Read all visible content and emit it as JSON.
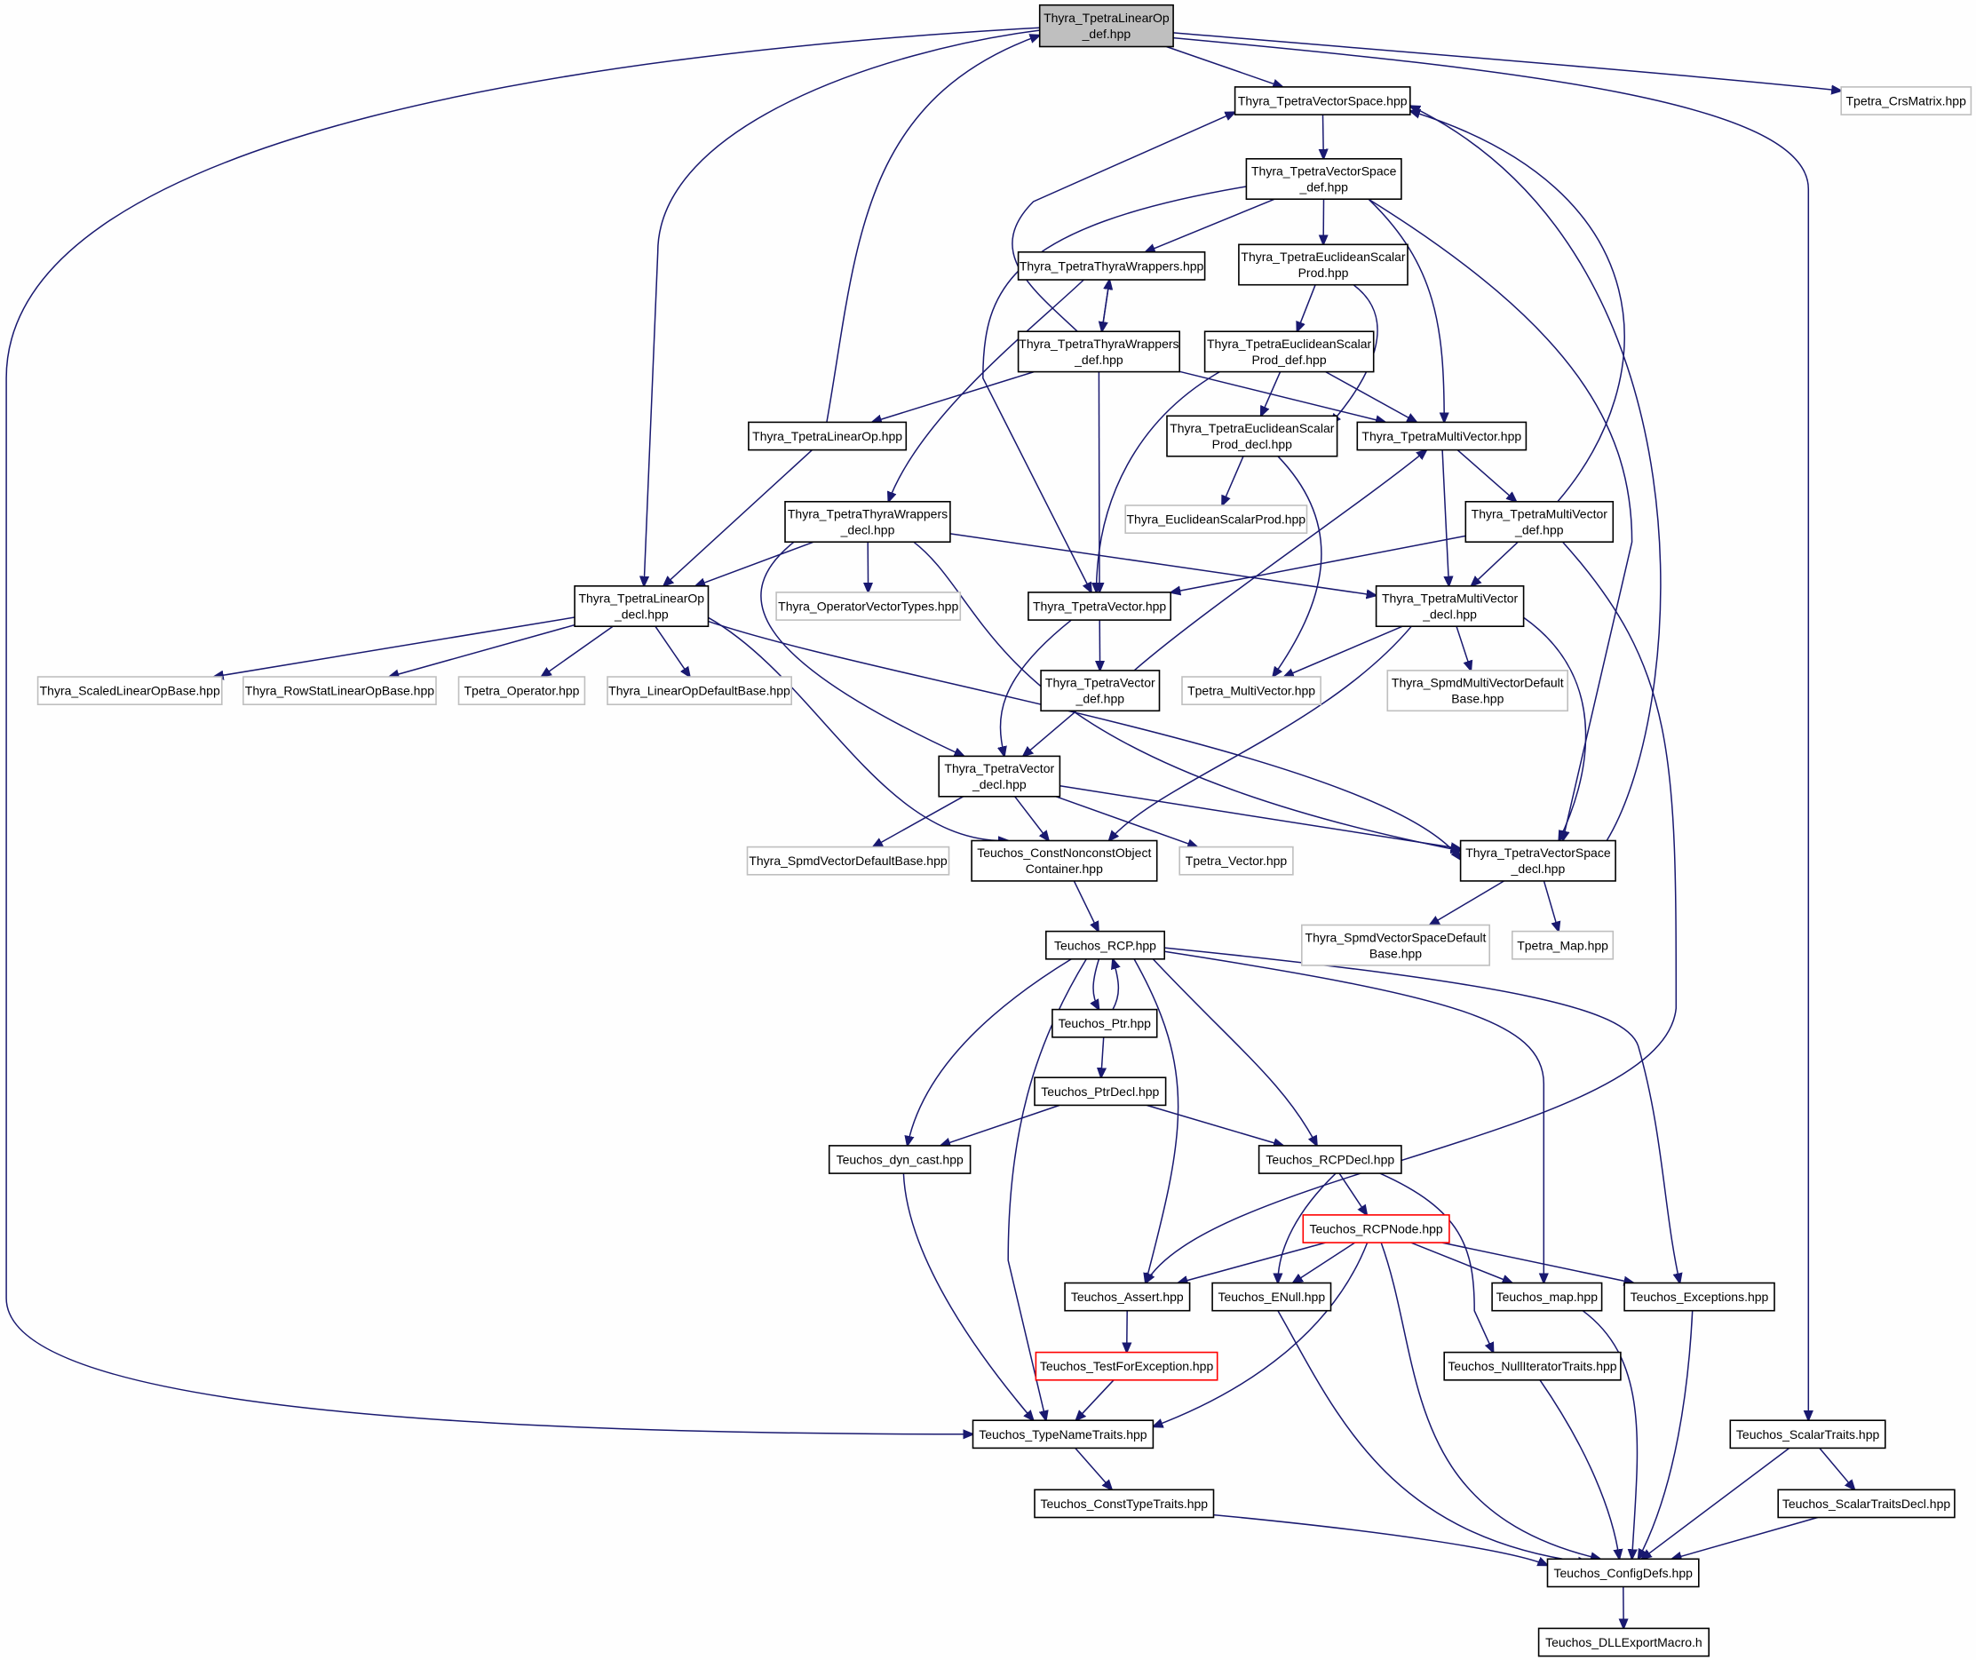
{
  "nodes": [
    {
      "id": "root",
      "lines": [
        "Thyra_TpetraLinearOp",
        "_def.hpp"
      ]
    },
    {
      "id": "tvs",
      "lines": [
        "Thyra_TpetraVectorSpace.hpp"
      ]
    },
    {
      "id": "crs",
      "lines": [
        "Tpetra_CrsMatrix.hpp"
      ]
    },
    {
      "id": "tvsdef",
      "lines": [
        "Thyra_TpetraVectorSpace",
        "_def.hpp"
      ]
    },
    {
      "id": "ttw",
      "lines": [
        "Thyra_TpetraThyraWrappers.hpp"
      ]
    },
    {
      "id": "tesp",
      "lines": [
        "Thyra_TpetraEuclideanScalar",
        "Prod.hpp"
      ]
    },
    {
      "id": "ttwdef",
      "lines": [
        "Thyra_TpetraThyraWrappers",
        "_def.hpp"
      ]
    },
    {
      "id": "tespdef",
      "lines": [
        "Thyra_TpetraEuclideanScalar",
        "Prod_def.hpp"
      ]
    },
    {
      "id": "tlo",
      "lines": [
        "Thyra_TpetraLinearOp.hpp"
      ]
    },
    {
      "id": "tespdecl",
      "lines": [
        "Thyra_TpetraEuclideanScalar",
        "Prod_decl.hpp"
      ]
    },
    {
      "id": "tmv",
      "lines": [
        "Thyra_TpetraMultiVector.hpp"
      ]
    },
    {
      "id": "esp",
      "lines": [
        "Thyra_EuclideanScalarProd.hpp"
      ]
    },
    {
      "id": "ttwdecl",
      "lines": [
        "Thyra_TpetraThyraWrappers",
        "_decl.hpp"
      ]
    },
    {
      "id": "tmvdef",
      "lines": [
        "Thyra_TpetraMultiVector",
        "_def.hpp"
      ]
    },
    {
      "id": "tlodecl",
      "lines": [
        "Thyra_TpetraLinearOp",
        "_decl.hpp"
      ]
    },
    {
      "id": "ovt",
      "lines": [
        "Thyra_OperatorVectorTypes.hpp"
      ]
    },
    {
      "id": "tv",
      "lines": [
        "Thyra_TpetraVector.hpp"
      ]
    },
    {
      "id": "tmvdecl",
      "lines": [
        "Thyra_TpetraMultiVector",
        "_decl.hpp"
      ]
    },
    {
      "id": "sclob",
      "lines": [
        "Thyra_ScaledLinearOpBase.hpp"
      ]
    },
    {
      "id": "rslob",
      "lines": [
        "Thyra_RowStatLinearOpBase.hpp"
      ]
    },
    {
      "id": "top",
      "lines": [
        "Tpetra_Operator.hpp"
      ]
    },
    {
      "id": "lodb",
      "lines": [
        "Thyra_LinearOpDefaultBase.hpp"
      ]
    },
    {
      "id": "tvdef",
      "lines": [
        "Thyra_TpetraVector",
        "_def.hpp"
      ]
    },
    {
      "id": "tpmv",
      "lines": [
        "Tpetra_MultiVector.hpp"
      ]
    },
    {
      "id": "smvdb",
      "lines": [
        "Thyra_SpmdMultiVectorDefault",
        "Base.hpp"
      ]
    },
    {
      "id": "tvdecl",
      "lines": [
        "Thyra_TpetraVector",
        "_decl.hpp"
      ]
    },
    {
      "id": "svdb",
      "lines": [
        "Thyra_SpmdVectorDefaultBase.hpp"
      ]
    },
    {
      "id": "cnoc",
      "lines": [
        "Teuchos_ConstNonconstObject",
        "Container.hpp"
      ]
    },
    {
      "id": "tpv",
      "lines": [
        "Tpetra_Vector.hpp"
      ]
    },
    {
      "id": "tvsdecl",
      "lines": [
        "Thyra_TpetraVectorSpace",
        "_decl.hpp"
      ]
    },
    {
      "id": "svsdb",
      "lines": [
        "Thyra_SpmdVectorSpaceDefault",
        "Base.hpp"
      ]
    },
    {
      "id": "tmap",
      "lines": [
        "Tpetra_Map.hpp"
      ]
    },
    {
      "id": "rcp",
      "lines": [
        "Teuchos_RCP.hpp"
      ]
    },
    {
      "id": "ptr",
      "lines": [
        "Teuchos_Ptr.hpp"
      ]
    },
    {
      "id": "ptrdecl",
      "lines": [
        "Teuchos_PtrDecl.hpp"
      ]
    },
    {
      "id": "dyncast",
      "lines": [
        "Teuchos_dyn_cast.hpp"
      ]
    },
    {
      "id": "rcpdecl",
      "lines": [
        "Teuchos_RCPDecl.hpp"
      ]
    },
    {
      "id": "rcpnode",
      "lines": [
        "Teuchos_RCPNode.hpp"
      ]
    },
    {
      "id": "assert",
      "lines": [
        "Teuchos_Assert.hpp"
      ]
    },
    {
      "id": "enull",
      "lines": [
        "Teuchos_ENull.hpp"
      ]
    },
    {
      "id": "map",
      "lines": [
        "Teuchos_map.hpp"
      ]
    },
    {
      "id": "exc",
      "lines": [
        "Teuchos_Exceptions.hpp"
      ]
    },
    {
      "id": "tfe",
      "lines": [
        "Teuchos_TestForException.hpp"
      ]
    },
    {
      "id": "nit",
      "lines": [
        "Teuchos_NullIteratorTraits.hpp"
      ]
    },
    {
      "id": "tnt",
      "lines": [
        "Teuchos_TypeNameTraits.hpp"
      ]
    },
    {
      "id": "st",
      "lines": [
        "Teuchos_ScalarTraits.hpp"
      ]
    },
    {
      "id": "ctt",
      "lines": [
        "Teuchos_ConstTypeTraits.hpp"
      ]
    },
    {
      "id": "std",
      "lines": [
        "Teuchos_ScalarTraitsDecl.hpp"
      ]
    },
    {
      "id": "cfg",
      "lines": [
        "Teuchos_ConfigDefs.hpp"
      ]
    },
    {
      "id": "dll",
      "lines": [
        "Teuchos_DLLExportMacro.h"
      ]
    }
  ]
}
